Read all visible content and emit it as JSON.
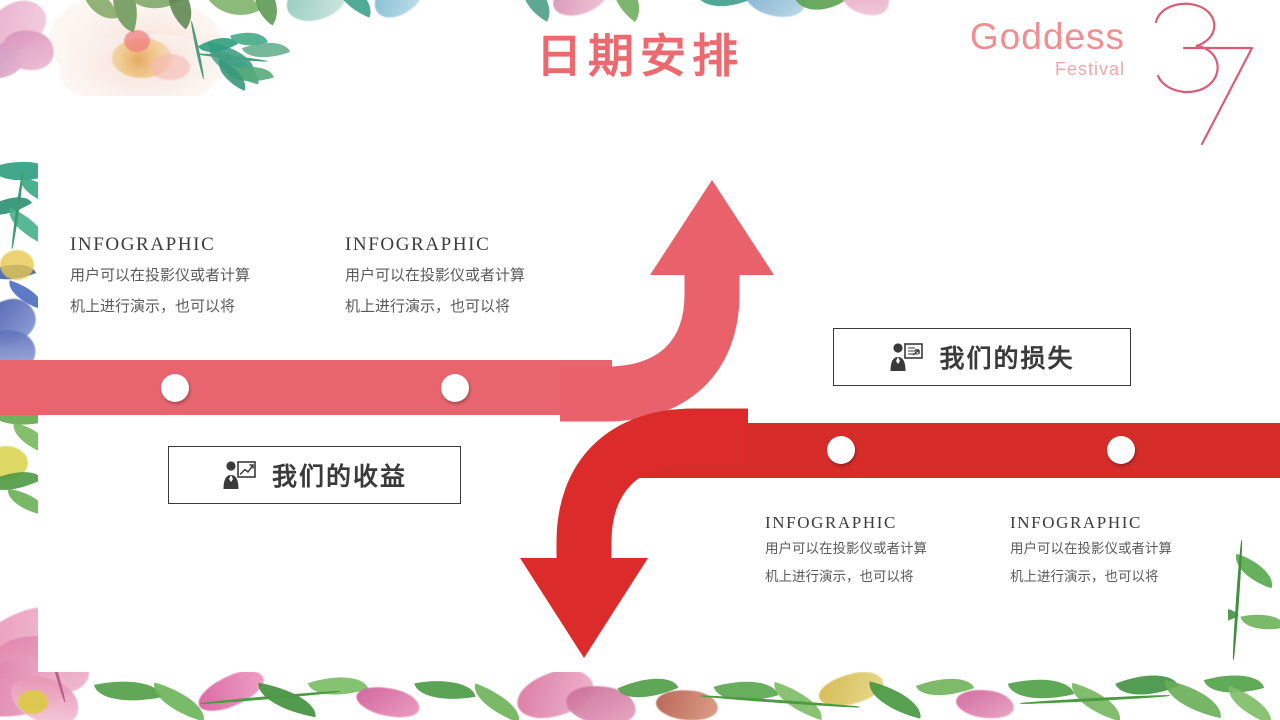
{
  "slide": {
    "title": "日期安排",
    "brand": {
      "line1": "Goddess",
      "line2": "Festival",
      "datemark": "3/7"
    },
    "colors": {
      "title": "#EC6A6F",
      "brand": "#F08E92",
      "bar_top": "#E8656E",
      "bar_bottom": "#D62D2B",
      "arrow_up": "#E8616B",
      "arrow_down": "#DC2B2B",
      "text_heading": "#3c3c3c",
      "text_body": "#5a5a5a",
      "box_border": "#3a3a3a"
    }
  },
  "boxes": [
    {
      "id": "loss",
      "label": "我们的损失",
      "icon": "presenter-board-icon"
    },
    {
      "id": "gain",
      "label": "我们的收益",
      "icon": "presenter-chart-up-icon"
    }
  ],
  "info_blocks": [
    {
      "heading": "INFOGRAPHIC",
      "line1": "用户可以在投影仪或者计算",
      "line2": "机上进行演示，也可以将"
    },
    {
      "heading": "INFOGRAPHIC",
      "line1": "用户可以在投影仪或者计算",
      "line2": "机上进行演示，也可以将"
    },
    {
      "heading": "INFOGRAPHIC",
      "line1": "用户可以在投影仪或者计算",
      "line2": "机上进行演示，也可以将"
    },
    {
      "heading": "INFOGRAPHIC",
      "line1": "用户可以在投影仪或者计算",
      "line2": "机上进行演示，也可以将"
    }
  ],
  "timeline": {
    "top_bar_markers": 2,
    "bottom_bar_markers": 2
  }
}
